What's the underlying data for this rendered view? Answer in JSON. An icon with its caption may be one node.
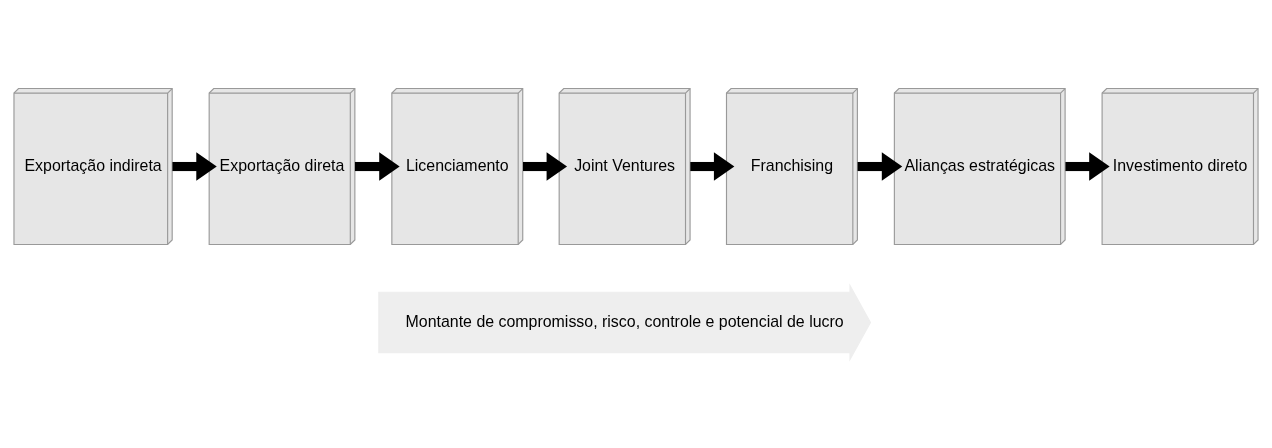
{
  "diagram": {
    "nodes": [
      {
        "text": [
          "Exportação indireta"
        ]
      },
      {
        "text": [
          "Exportação direta"
        ]
      },
      {
        "text": [
          "Licenciamento"
        ]
      },
      {
        "text": [
          "Joint Ventures"
        ]
      },
      {
        "text": [
          "Franchising"
        ]
      },
      {
        "text": [
          "Alianças estratégicas"
        ]
      },
      {
        "text": [
          "Investimento direto"
        ]
      }
    ],
    "edges": [
      {
        "from": 0,
        "to": 1,
        "arrow": "to"
      },
      {
        "from": 1,
        "to": 2,
        "arrow": "to"
      },
      {
        "from": 2,
        "to": 3,
        "arrow": "to"
      },
      {
        "from": 3,
        "to": 4,
        "arrow": "to"
      },
      {
        "from": 4,
        "to": 5,
        "arrow": "to"
      },
      {
        "from": 5,
        "to": 6,
        "arrow": "to"
      }
    ],
    "labels": [
      "Montante de compromisso, risco, controle e potencial de lucro"
    ]
  }
}
